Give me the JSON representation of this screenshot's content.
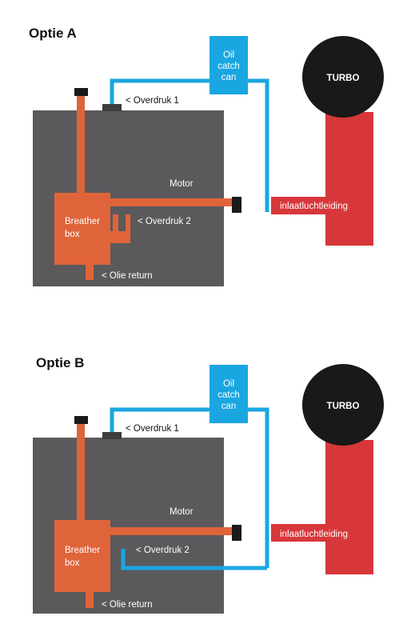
{
  "colors": {
    "motor": "#5a5a5c",
    "breather": "#e0643a",
    "pipe_blue": "#1aa6e0",
    "turbo_body": "#191919",
    "intake": "#d7373a",
    "cap": "#1a1a1a",
    "text_dark": "#111111",
    "text_light": "#ffffff"
  },
  "options": [
    {
      "title": "Optie A",
      "motor_label": "Motor",
      "breather_label_line1": "Breather",
      "breather_label_line2": "box",
      "catch_can_line1": "Oil",
      "catch_can_line2": "catch",
      "catch_can_line3": "can",
      "turbo_label": "TURBO",
      "intake_label": "inlaatluchtleiding",
      "overdruk1_label": "< Overdruk 1",
      "overdruk2_label": "< Overdruk 2",
      "olie_return_label": "< Olie return"
    },
    {
      "title": "Optie B",
      "motor_label": "Motor",
      "breather_label_line1": "Breather",
      "breather_label_line2": "box",
      "catch_can_line1": "Oil",
      "catch_can_line2": "catch",
      "catch_can_line3": "can",
      "turbo_label": "TURBO",
      "intake_label": "inlaatluchtleiding",
      "overdruk1_label": "< Overdruk 1",
      "overdruk2_label": "< Overdruk 2",
      "olie_return_label": "< Olie return"
    }
  ]
}
